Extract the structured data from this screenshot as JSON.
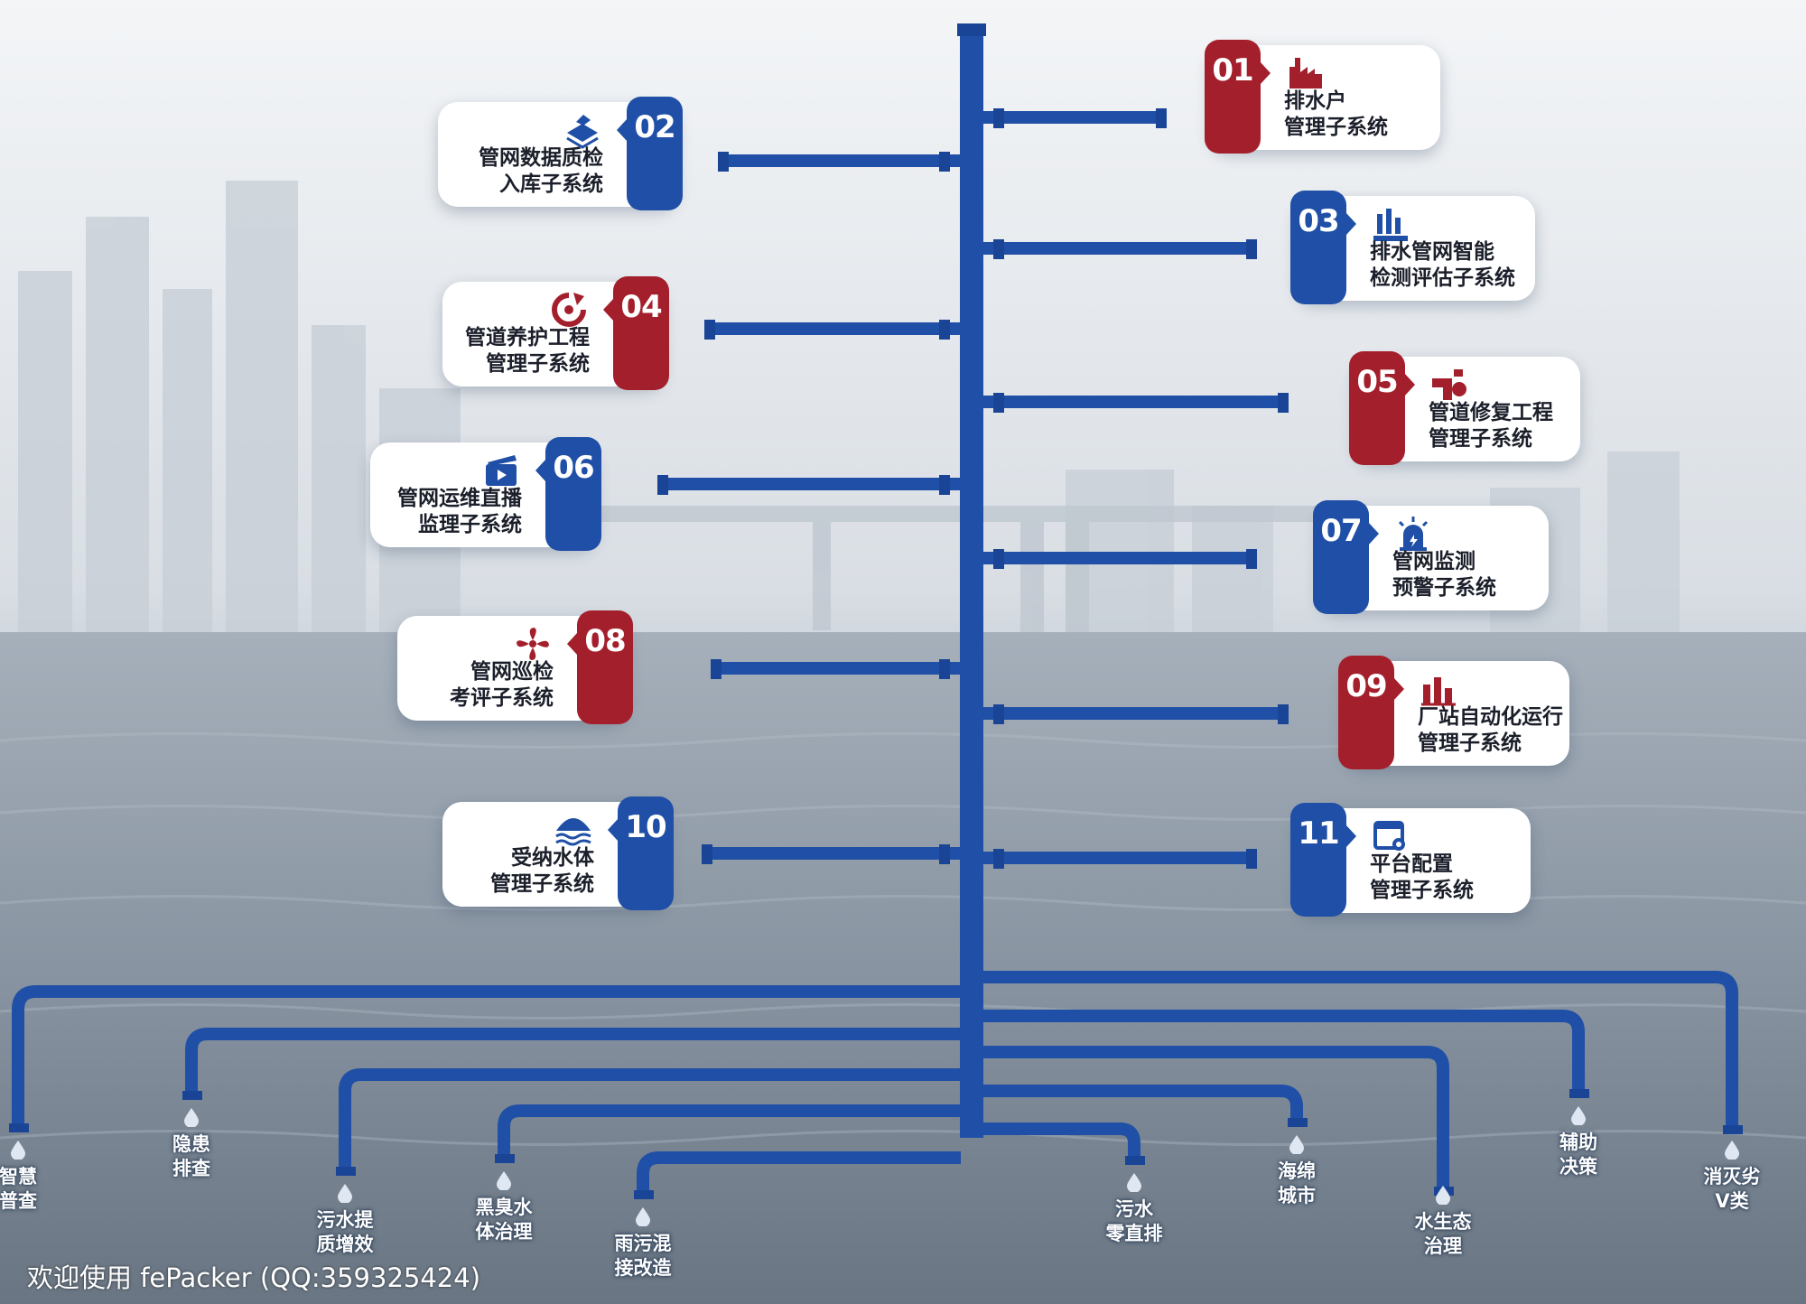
{
  "left_systems": [
    {
      "num": "02",
      "line1": "管网数据质检",
      "line2": "入库子系统",
      "color": "#1f4fa6",
      "icon": "database-stack-icon"
    },
    {
      "num": "04",
      "line1": "管道养护工程",
      "line2": "管理子系统",
      "color": "#a41f2c",
      "icon": "refresh-gear-icon"
    },
    {
      "num": "06",
      "line1": "管网运维直播",
      "line2": "监理子系统",
      "color": "#1f4fa6",
      "icon": "video-camera-icon"
    },
    {
      "num": "08",
      "line1": "管网巡检",
      "line2": "考评子系统",
      "color": "#a41f2c",
      "icon": "propeller-fan-icon"
    },
    {
      "num": "10",
      "line1": "受纳水体",
      "line2": "管理子系统",
      "color": "#1f4fa6",
      "icon": "water-wave-icon"
    }
  ],
  "right_systems": [
    {
      "num": "01",
      "line1": "排水户",
      "line2": "管理子系统",
      "color": "#a41f2c",
      "icon": "factory-icon"
    },
    {
      "num": "03",
      "line1": "排水管网智能",
      "line2": "检测评估子系统",
      "color": "#1f4fa6",
      "icon": "bar-chart-hand-icon"
    },
    {
      "num": "05",
      "line1": "管道修复工程",
      "line2": "管理子系统",
      "color": "#a41f2c",
      "icon": "pipe-repair-icon"
    },
    {
      "num": "07",
      "line1": "管网监测",
      "line2": "预警子系统",
      "color": "#1f4fa6",
      "icon": "alarm-beacon-icon"
    },
    {
      "num": "09",
      "line1": "厂站自动化运行",
      "line2": "管理子系统",
      "color": "#a41f2c",
      "icon": "plant-chimney-icon"
    },
    {
      "num": "11",
      "line1": "平台配置",
      "line2": "管理子系统",
      "color": "#1f4fa6",
      "icon": "config-window-icon"
    }
  ],
  "outlets": [
    {
      "line1": "智慧",
      "line2": "普查"
    },
    {
      "line1": "隐患",
      "line2": "排查"
    },
    {
      "line1": "污水提",
      "line2": "质增效"
    },
    {
      "line1": "黑臭水",
      "line2": "体治理"
    },
    {
      "line1": "雨污混",
      "line2": "接改造"
    },
    {
      "line1": "污水",
      "line2": "零直排"
    },
    {
      "line1": "海绵",
      "line2": "城市"
    },
    {
      "line1": "水生态",
      "line2": "治理"
    },
    {
      "line1": "辅助",
      "line2": "决策"
    },
    {
      "line1": "消灭劣",
      "line2": "V类"
    }
  ],
  "watermark": "欢迎使用 fePacker (QQ:359325424)",
  "colors": {
    "pipe": "#1f4fa6",
    "blue": "#1f4fa6",
    "red": "#a41f2c",
    "card": "#ffffff"
  }
}
